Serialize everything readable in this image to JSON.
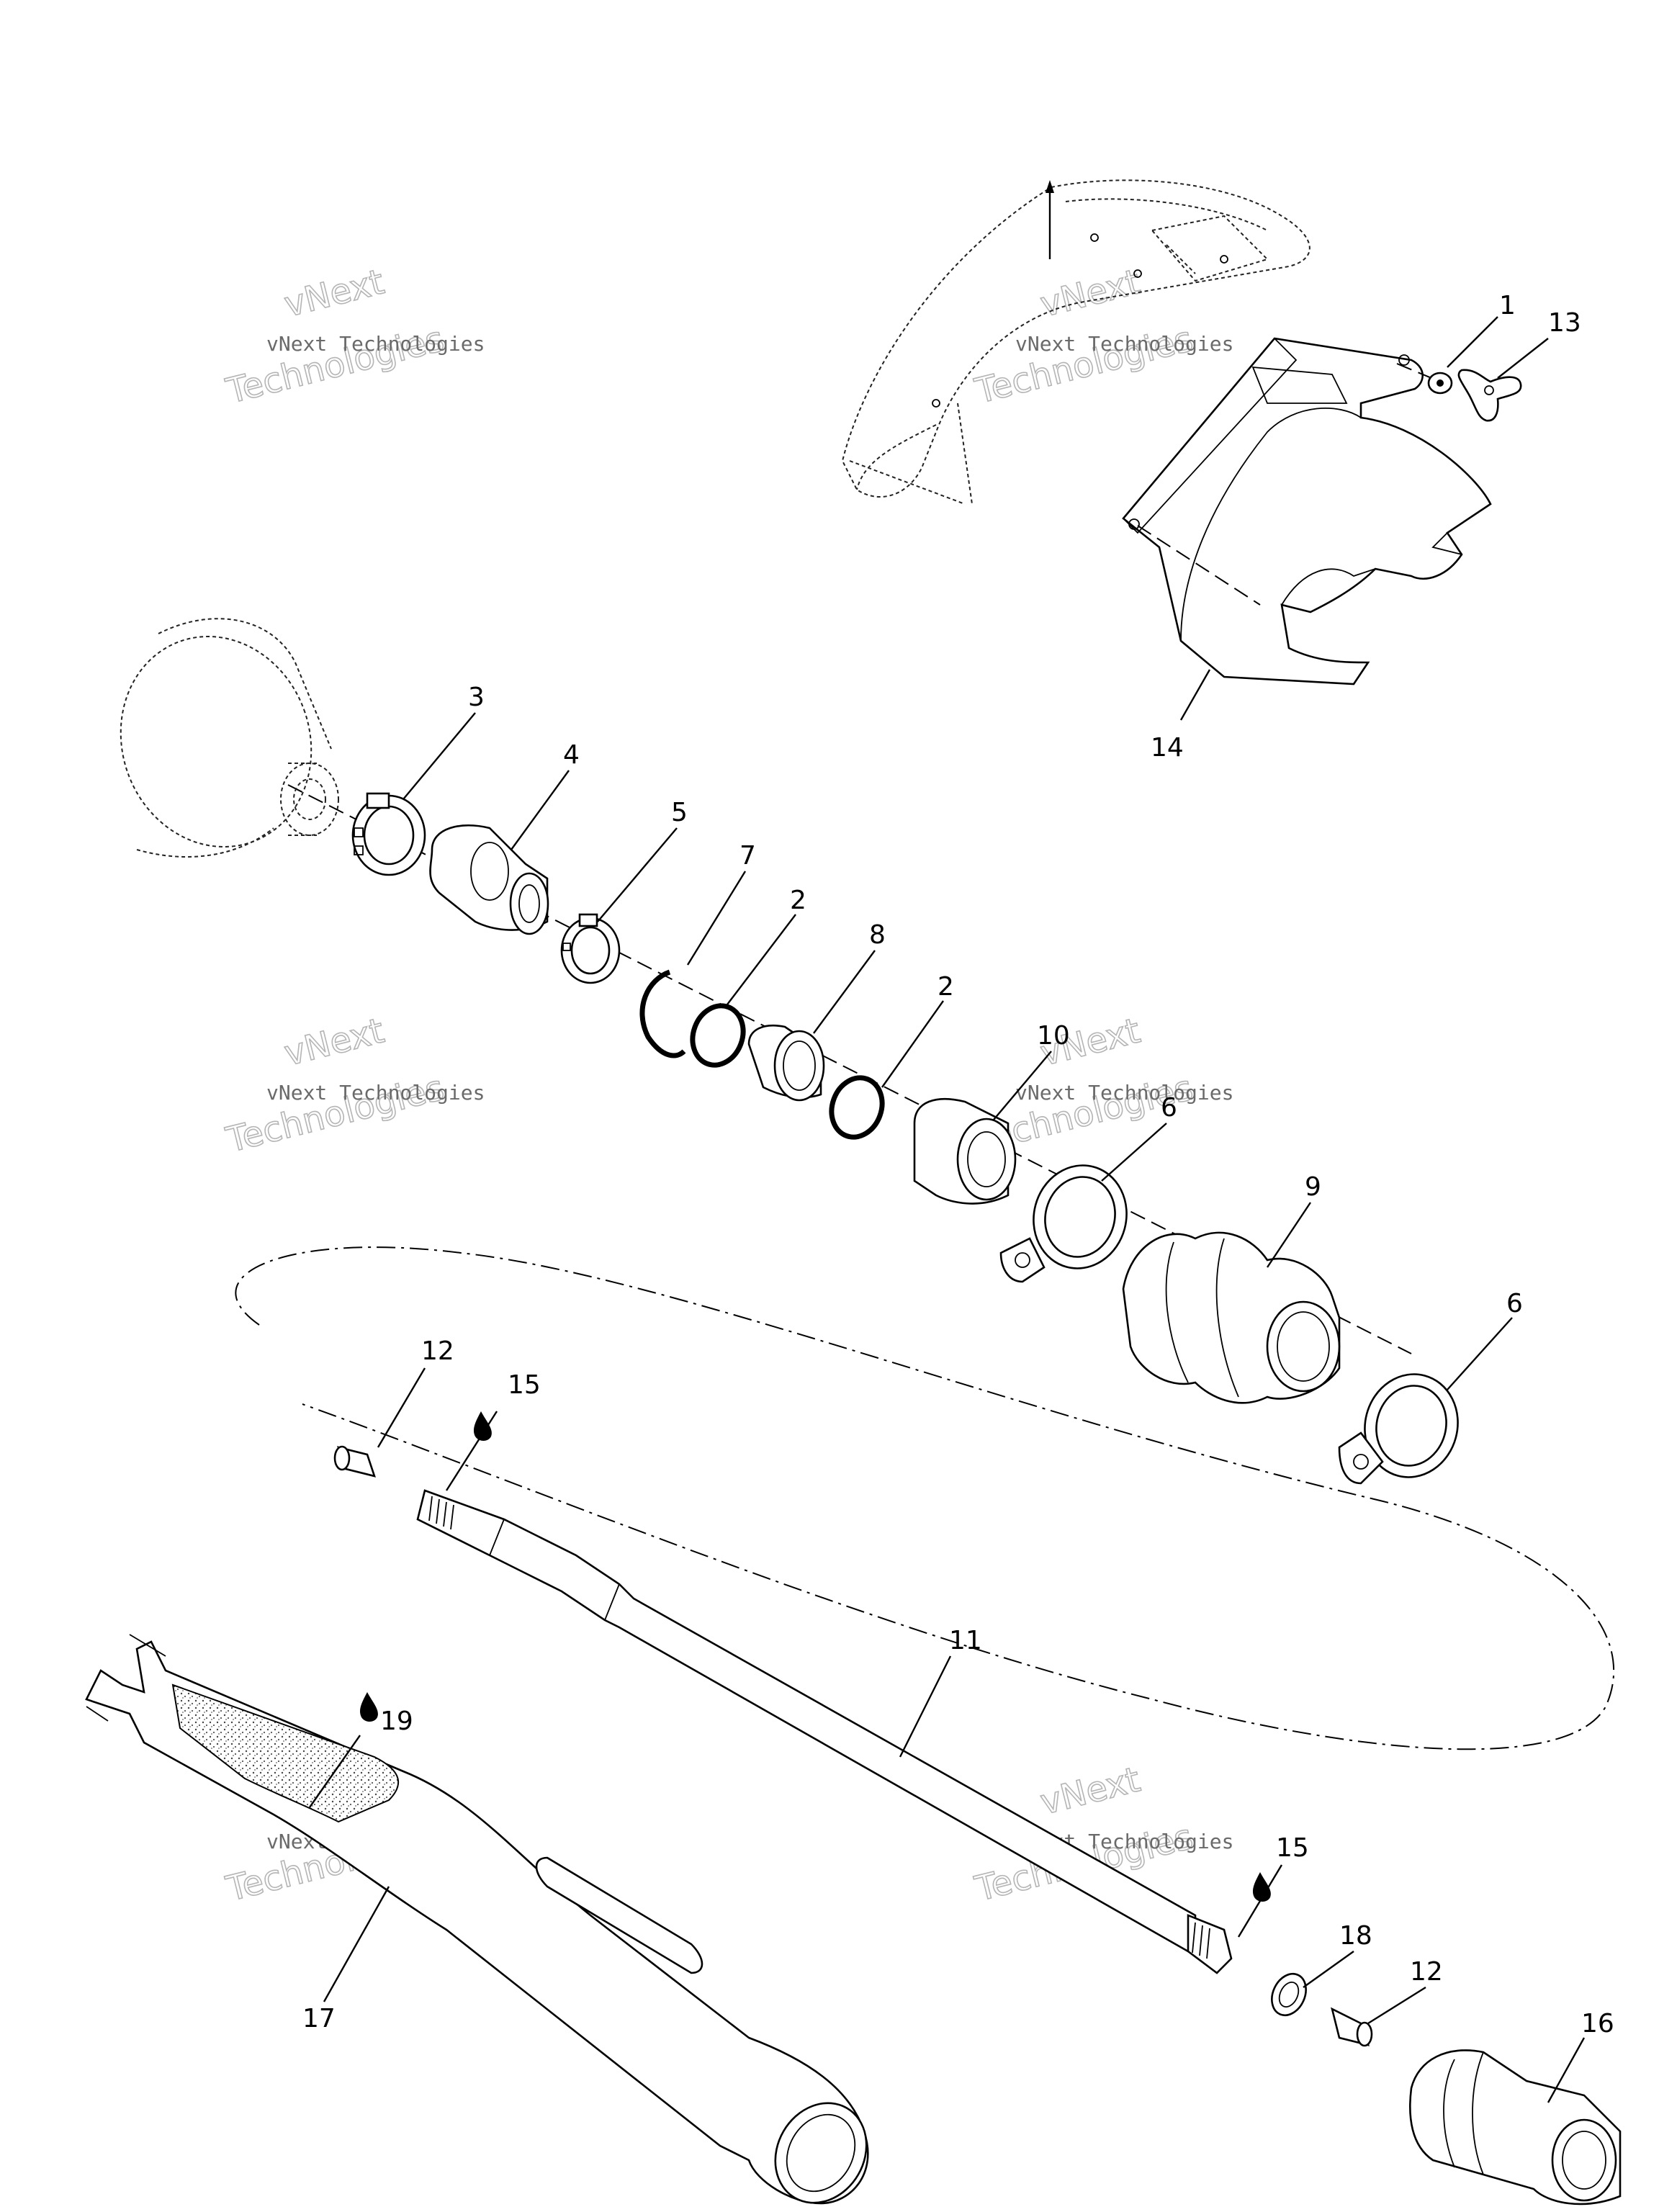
{
  "watermark": {
    "line1": "vNext Technologies",
    "line2": "Technologies",
    "line3": "vNext"
  },
  "callouts": [
    {
      "id": "c1",
      "text": "1"
    },
    {
      "id": "c13",
      "text": "13"
    },
    {
      "id": "c14",
      "text": "14"
    },
    {
      "id": "c3",
      "text": "3"
    },
    {
      "id": "c4",
      "text": "4"
    },
    {
      "id": "c5",
      "text": "5"
    },
    {
      "id": "c7",
      "text": "7"
    },
    {
      "id": "c2a",
      "text": "2"
    },
    {
      "id": "c8",
      "text": "8"
    },
    {
      "id": "c2b",
      "text": "2"
    },
    {
      "id": "c10",
      "text": "10"
    },
    {
      "id": "c6a",
      "text": "6"
    },
    {
      "id": "c9",
      "text": "9"
    },
    {
      "id": "c6b",
      "text": "6"
    },
    {
      "id": "c12a",
      "text": "12"
    },
    {
      "id": "c15a",
      "text": "15"
    },
    {
      "id": "c11",
      "text": "11"
    },
    {
      "id": "c19",
      "text": "19"
    },
    {
      "id": "c17",
      "text": "17"
    },
    {
      "id": "c15b",
      "text": "15"
    },
    {
      "id": "c18",
      "text": "18"
    },
    {
      "id": "c12b",
      "text": "12"
    },
    {
      "id": "c16",
      "text": "16"
    }
  ],
  "icons": {
    "lubricant": "oil-drop-icon"
  }
}
